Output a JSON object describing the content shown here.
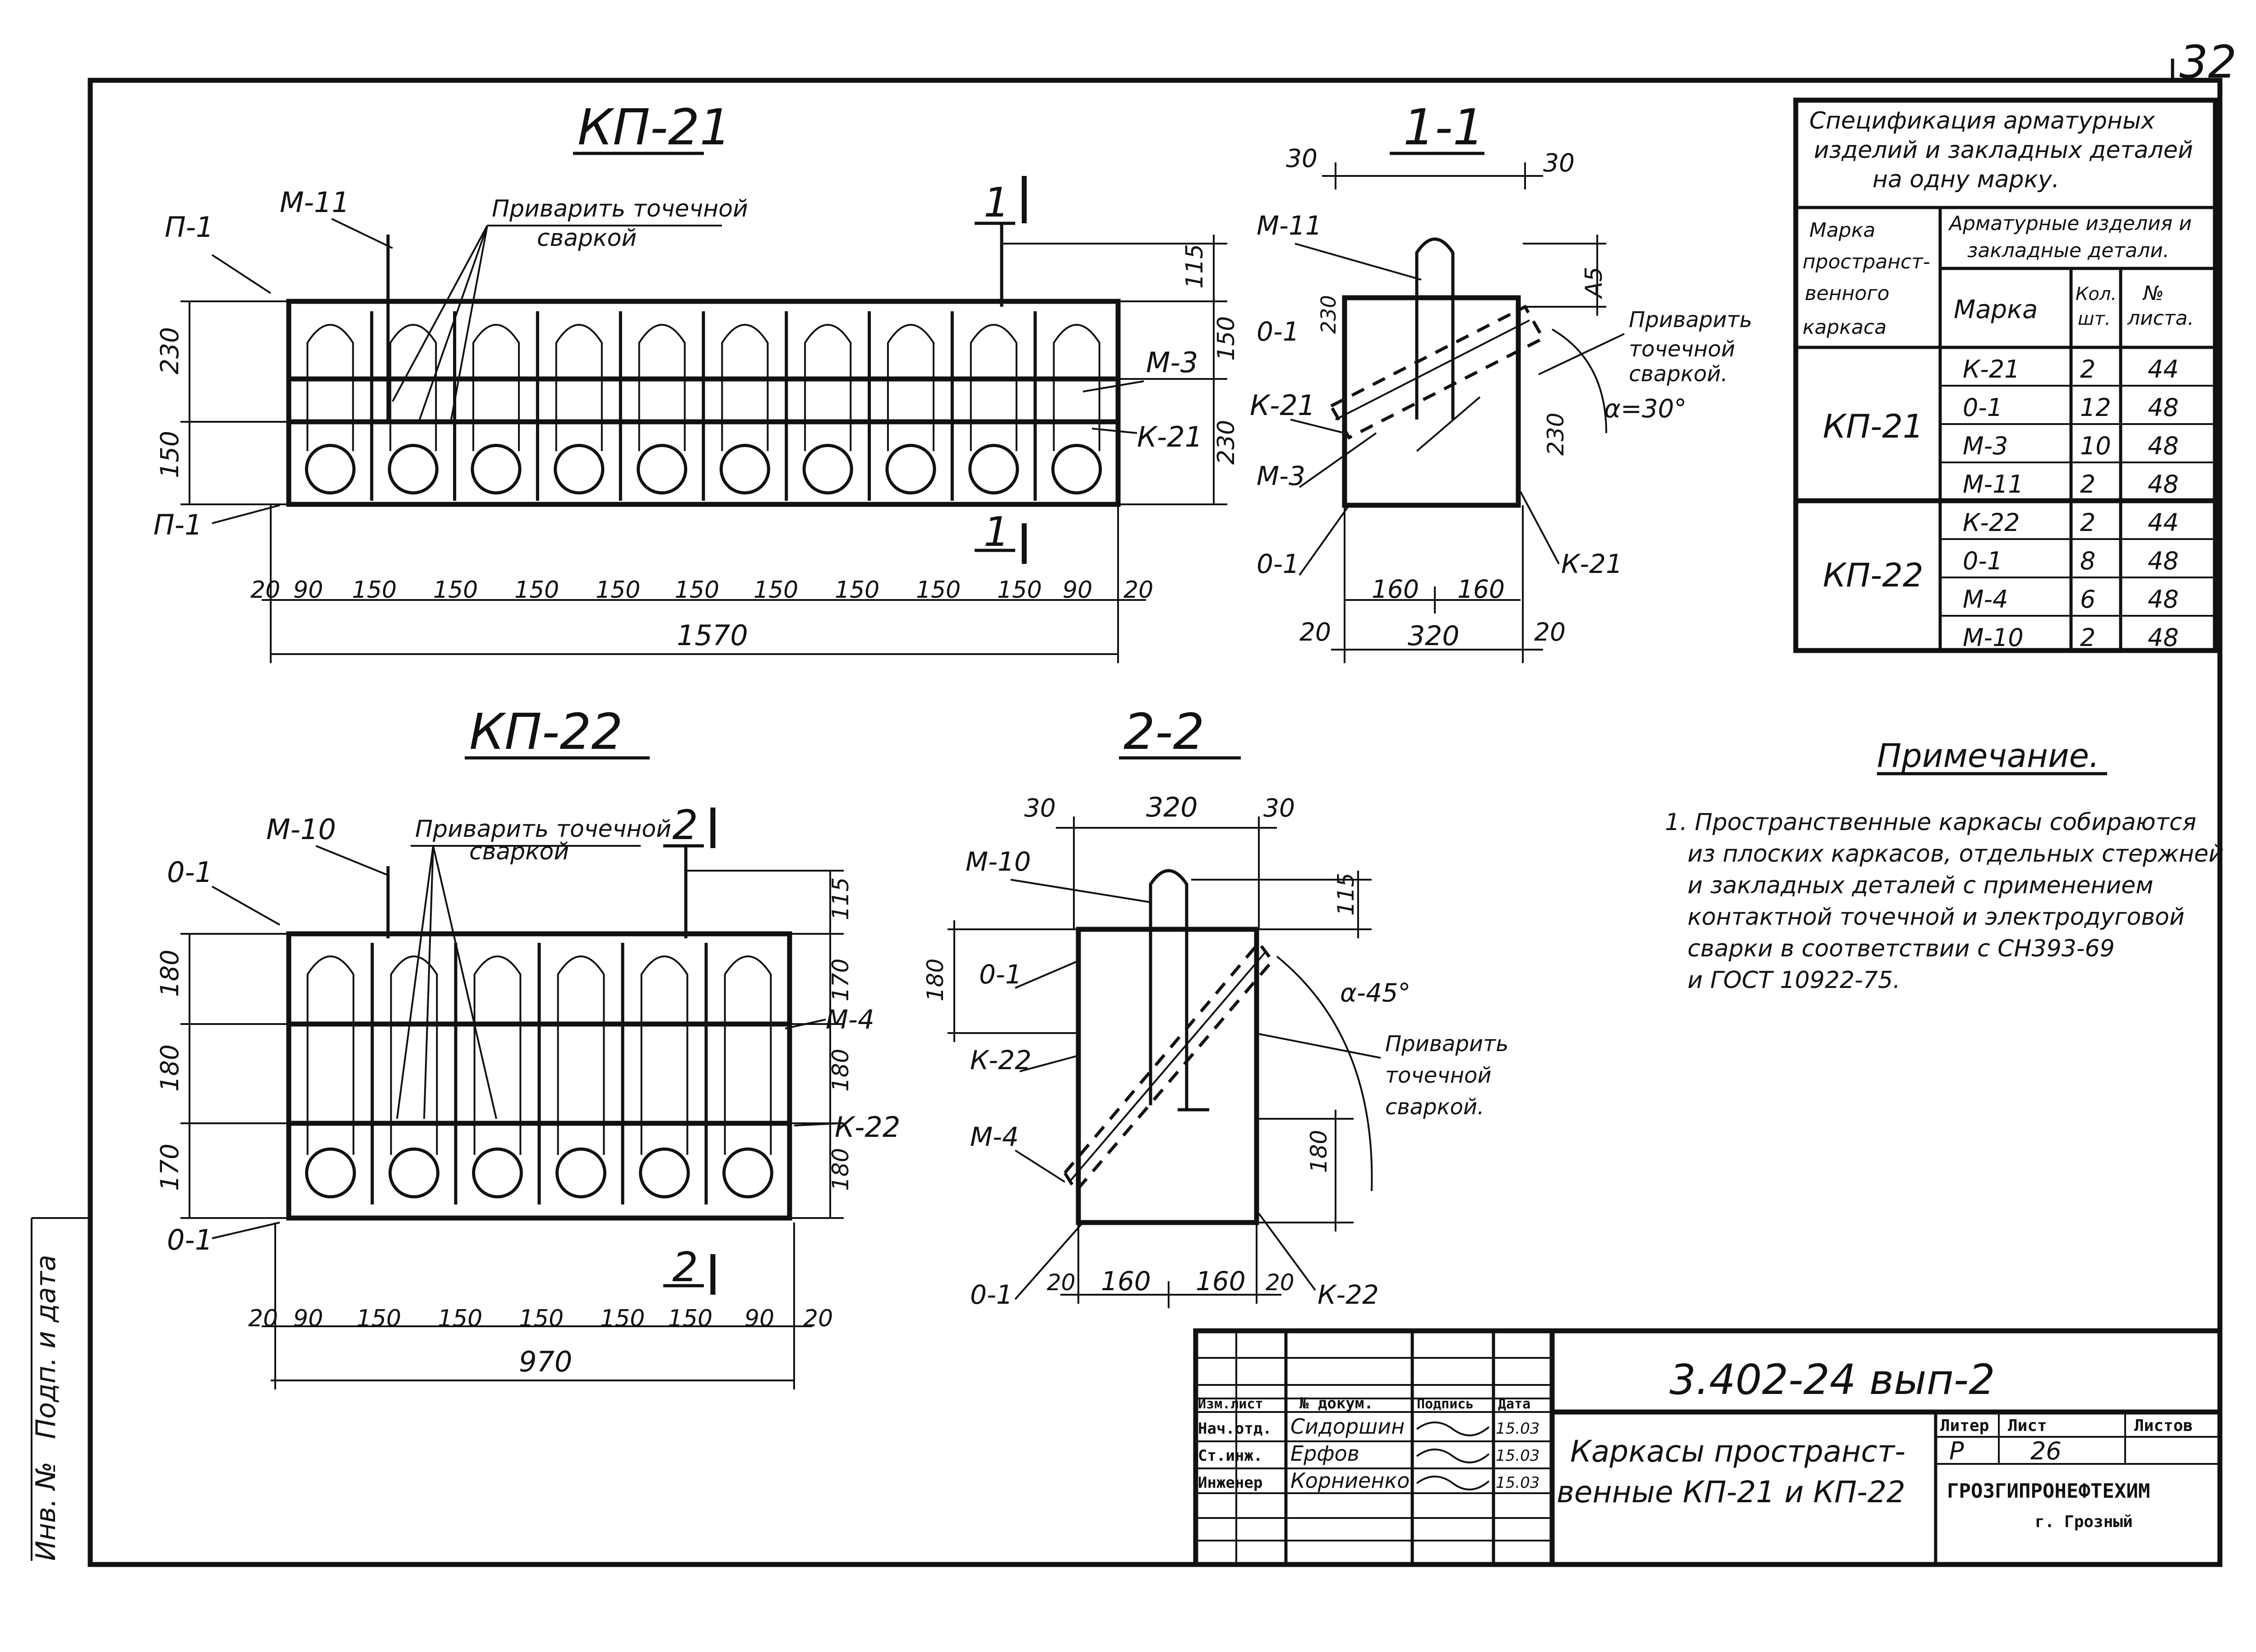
{
  "sheet": {
    "page_number": "32",
    "side_stamp": {
      "inv_no": "Инв. №",
      "sign_date": "Подп. и дата"
    }
  },
  "drawings": {
    "kp21": {
      "title": "КП-21",
      "labels": {
        "p1_top": "П-1",
        "p1_bot": "П-1",
        "m11": "М-11",
        "m3": "М-3",
        "k21": "К-21"
      },
      "weld_note": [
        "Приварить точечной",
        "сваркой"
      ],
      "section_mark": "1",
      "dims_left": [
        "230",
        "150"
      ],
      "dims_right": [
        "115",
        "150",
        "230"
      ],
      "dims_bottom": [
        "20",
        "90",
        "150",
        "150",
        "150",
        "150",
        "150",
        "150",
        "150",
        "150",
        "150",
        "90",
        "20"
      ],
      "overall": "1570"
    },
    "sec11": {
      "title": "1-1",
      "labels": {
        "m11": "М-11",
        "o1_top": "0-1",
        "k21_left": "К-21",
        "m3": "М-3",
        "o1_bot": "0-1",
        "k21_right": "К-21"
      },
      "dims_top": [
        "30",
        "30"
      ],
      "dims_other": {
        "h230": "230",
        "a5": "А5",
        "d230": "230",
        "angle": "α=30°"
      },
      "weld_note": [
        "Приварить",
        "точечной",
        "сваркой."
      ],
      "dims_bottom": [
        "160",
        "160"
      ],
      "dims_overall": [
        "20",
        "320",
        "20"
      ]
    },
    "kp22": {
      "title": "КП-22",
      "labels": {
        "m10": "М-10",
        "o1_top": "0-1",
        "o1_bot": "0-1",
        "m4": "М-4",
        "k22": "К-22"
      },
      "weld_note": [
        "Приварить точечной",
        "сваркой"
      ],
      "section_mark": "2",
      "dims_left": [
        "180",
        "180",
        "170"
      ],
      "dims_right": [
        "115",
        "170",
        "180",
        "180"
      ],
      "dims_bottom": [
        "20",
        "90",
        "150",
        "150",
        "150",
        "150",
        "150",
        "90",
        "20"
      ],
      "overall": "970"
    },
    "sec22": {
      "title": "2-2",
      "labels": {
        "m10": "М-10",
        "o1_top": "0-1",
        "k22_left": "К-22",
        "m4": "М-4",
        "o1_bot": "0-1",
        "k22_right": "К-22"
      },
      "dims_top": [
        "30",
        "320",
        "30"
      ],
      "dims_other": {
        "h115": "115",
        "h180l": "180",
        "h180r": "180",
        "angle": "α-45°"
      },
      "weld_note": [
        "Приварить",
        "точечной",
        "сваркой."
      ],
      "dims_bottom": [
        "20",
        "160",
        "160",
        "20"
      ]
    }
  },
  "spec_table": {
    "title_lines": [
      "Спецификация арматурных",
      "изделий и закладных деталей",
      "на одну марку."
    ],
    "col_mark_header": [
      "Марка",
      "пространст-",
      "венного",
      "каркаса"
    ],
    "group_header": [
      "Арматурные изделия и",
      "закладные детали."
    ],
    "sub_headers": {
      "mark": "Марка",
      "qty": [
        "Кол.",
        "шт."
      ],
      "sheet": [
        "№",
        "листа."
      ]
    },
    "groups": [
      {
        "name": "КП-21",
        "rows": [
          {
            "mark": "К-21",
            "qty": "2",
            "sheet": "44"
          },
          {
            "mark": "0-1",
            "qty": "12",
            "sheet": "48"
          },
          {
            "mark": "М-3",
            "qty": "10",
            "sheet": "48"
          },
          {
            "mark": "М-11",
            "qty": "2",
            "sheet": "48"
          }
        ]
      },
      {
        "name": "КП-22",
        "rows": [
          {
            "mark": "К-22",
            "qty": "2",
            "sheet": "44"
          },
          {
            "mark": "0-1",
            "qty": "8",
            "sheet": "48"
          },
          {
            "mark": "М-4",
            "qty": "6",
            "sheet": "48"
          },
          {
            "mark": "М-10",
            "qty": "2",
            "sheet": "48"
          }
        ]
      }
    ]
  },
  "note": {
    "title": "Примечание.",
    "lines": [
      "1. Пространственные каркасы собираются",
      "из плоских каркасов, отдельных стержней",
      "и закладных деталей с применением",
      "контактной точечной и электродуговой",
      "сварки в соответствии с СН393-69",
      "и ГОСТ 10922-75."
    ]
  },
  "title_block": {
    "doc_code": "3.402-24 вып-2",
    "header_cols": [
      "Изм.лист",
      "№ докум.",
      "Подпись",
      "Дата"
    ],
    "signers": [
      {
        "role": "Нач.отд.",
        "name": "Сидоршин",
        "date": "15.03"
      },
      {
        "role": "Ст.инж.",
        "name": "Ерфов",
        "date": "15.03"
      },
      {
        "role": "Инженер",
        "name": "Корниенко",
        "date": "15.03"
      }
    ],
    "drawing_name": [
      "Каркасы пространст-",
      "венные КП-21 и КП-22"
    ],
    "stage_header": {
      "litera": "Литер",
      "sheet": "Лист",
      "sheets": "Листов"
    },
    "stage": {
      "litera": "Р",
      "sheet": "26",
      "sheets": ""
    },
    "org": [
      "ГРОЗГИПРОНЕФТЕХИМ",
      "г. Грозный"
    ]
  }
}
